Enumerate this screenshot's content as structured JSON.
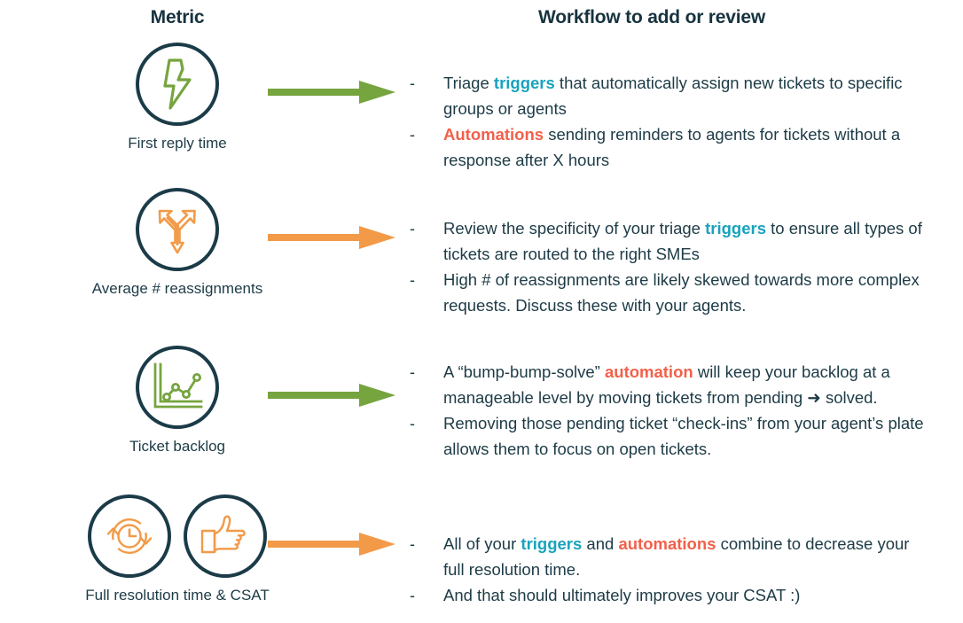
{
  "headers": {
    "metric": "Metric",
    "workflow": "Workflow to add or review"
  },
  "colors": {
    "dark_teal": "#1b3b48",
    "green": "#76a43f",
    "orange": "#f29a48",
    "trigger_teal": "#19a3bd",
    "automation_coral": "#f2604a",
    "text": "#1d3b46"
  },
  "rows": [
    {
      "metric_label": "First reply time",
      "icons": [
        "lightning-bolt-icon"
      ],
      "arrow_color": "#76a43f",
      "bullets": [
        {
          "dash": "-",
          "segments": [
            {
              "text": "Triage ",
              "style": "plain"
            },
            {
              "text": "triggers",
              "style": "trigger"
            },
            {
              "text": " that automatically assign new tickets to specific groups or agents",
              "style": "plain"
            }
          ]
        },
        {
          "dash": "-",
          "segments": [
            {
              "text": "Automations",
              "style": "automation"
            },
            {
              "text": " sending reminders to agents for tickets without a response after X hours",
              "style": "plain"
            }
          ]
        }
      ]
    },
    {
      "metric_label": "Average # reassignments",
      "icons": [
        "branching-arrows-icon"
      ],
      "arrow_color": "#f29a48",
      "bullets": [
        {
          "dash": "-",
          "segments": [
            {
              "text": "Review the specificity of your triage ",
              "style": "plain"
            },
            {
              "text": "triggers",
              "style": "trigger"
            },
            {
              "text": " to ensure all types of tickets are routed to the right SMEs",
              "style": "plain"
            }
          ]
        },
        {
          "dash": "-",
          "segments": [
            {
              "text": "High # of reassignments are likely skewed towards more complex requests. Discuss these with your agents.",
              "style": "plain"
            }
          ]
        }
      ]
    },
    {
      "metric_label": "Ticket backlog",
      "icons": [
        "line-chart-icon"
      ],
      "arrow_color": "#76a43f",
      "bullets": [
        {
          "dash": "-",
          "segments": [
            {
              "text": "A “bump-bump-solve” ",
              "style": "plain"
            },
            {
              "text": "automation",
              "style": "automation"
            },
            {
              "text": " will keep your backlog at a manageable level by moving tickets from pending ➜ solved.",
              "style": "plain"
            }
          ]
        },
        {
          "dash": "-",
          "segments": [
            {
              "text": "Removing those pending ticket “check-ins” from your agent’s plate allows them to focus on open tickets.",
              "style": "plain"
            }
          ]
        }
      ]
    },
    {
      "metric_label": "Full resolution time & CSAT",
      "icons": [
        "clock-refresh-icon",
        "thumbs-up-icon"
      ],
      "arrow_color": "#f29a48",
      "bullets": [
        {
          "dash": "-",
          "segments": [
            {
              "text": "All of your ",
              "style": "plain"
            },
            {
              "text": "triggers",
              "style": "trigger"
            },
            {
              "text": " and ",
              "style": "plain"
            },
            {
              "text": "automations",
              "style": "automation"
            },
            {
              "text": " combine to decrease your full resolution time.",
              "style": "plain"
            }
          ]
        },
        {
          "dash": "-",
          "segments": [
            {
              "text": "And that should ultimately improves your CSAT :)",
              "style": "plain"
            }
          ]
        }
      ]
    }
  ]
}
